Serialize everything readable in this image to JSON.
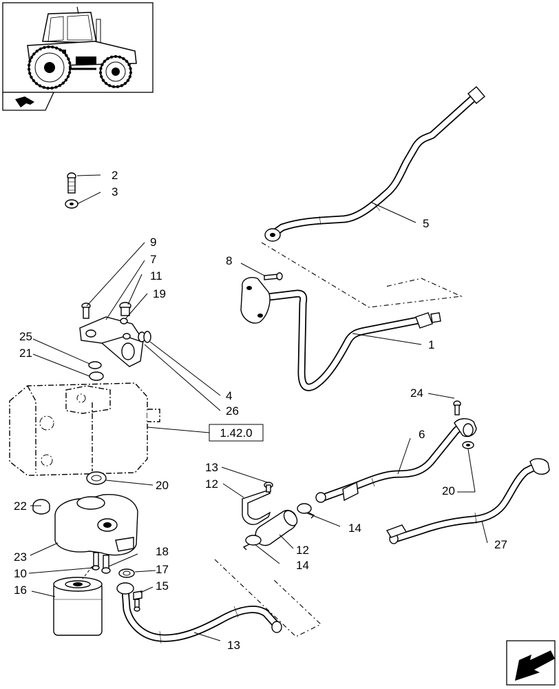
{
  "callouts": {
    "c1": "1",
    "c2": "2",
    "c3": "3",
    "c4": "4",
    "c5": "5",
    "c6": "6",
    "c7": "7",
    "c8": "8",
    "c9": "9",
    "c10": "10",
    "c11": "11",
    "c12a": "12",
    "c12b": "12",
    "c13a": "13",
    "c13b": "13",
    "c14a": "14",
    "c14b": "14",
    "c15": "15",
    "c16": "16",
    "c17": "17",
    "c18": "18",
    "c19": "19",
    "c20a": "20",
    "c20b": "20",
    "c21": "21",
    "c22": "22",
    "c23": "23",
    "c24": "24",
    "c25": "25",
    "c26": "26",
    "c27": "27"
  },
  "reference_box": "1.42.0",
  "icons": {
    "thumbnail": "tractor-thumbnail-icon",
    "section_marker": "section-arrow-icon",
    "next_page": "next-page-arrow-icon"
  }
}
